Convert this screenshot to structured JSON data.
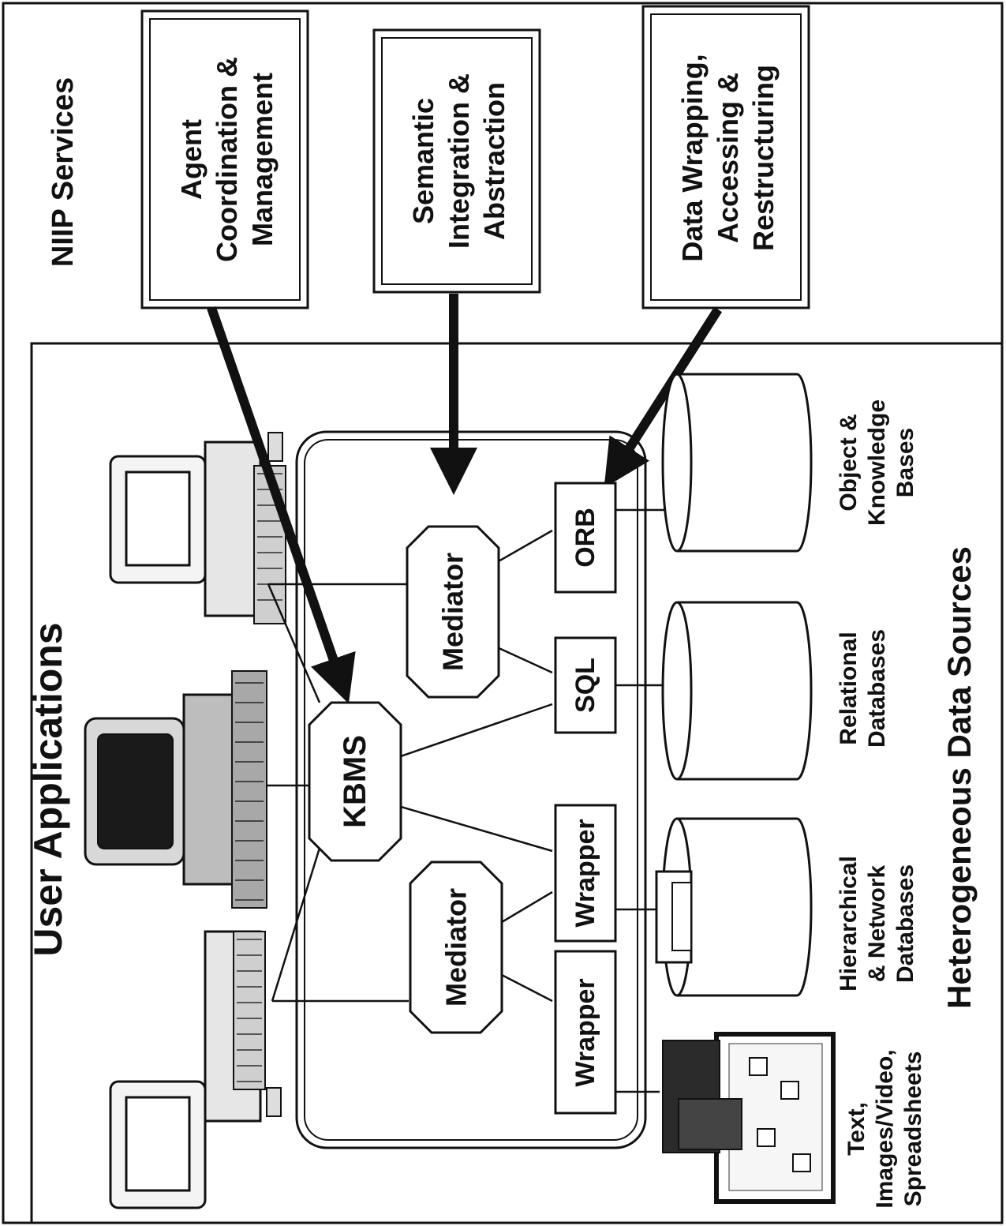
{
  "title_services": "NIIP Services",
  "title_apps": "User Applications",
  "title_sources": "Heterogeneous Data Sources",
  "services": {
    "agent": [
      "Agent",
      "Coordination &",
      "Management"
    ],
    "semantic": [
      "Semantic",
      "Integration &",
      "Abstraction"
    ],
    "wrapping": [
      "Data Wrapping,",
      "Accessing &",
      "Restructuring"
    ]
  },
  "nodes": {
    "kbms": "KBMS",
    "mediator_1": "Mediator",
    "mediator_2": "Mediator",
    "wrapper_1": "Wrapper",
    "wrapper_2": "Wrapper",
    "sql": "SQL",
    "orb": "ORB"
  },
  "sources": {
    "text": [
      "Text,",
      "Images/Video,",
      "Spreadsheets"
    ],
    "hierarchical": [
      "Hierarchical",
      "& Network",
      "Databases"
    ],
    "relational": [
      "Relational",
      "Databases"
    ],
    "object": [
      "Object &",
      "Knowledge",
      "Bases"
    ]
  }
}
